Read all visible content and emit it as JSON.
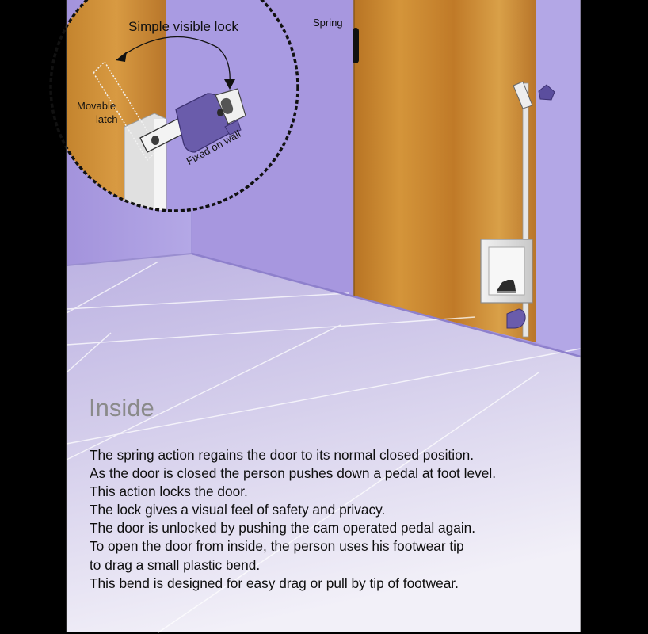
{
  "labels": {
    "lock_title": "Simple visible lock",
    "spring": "Spring",
    "movable_latch_line1": "Movable",
    "movable_latch_line2": "latch",
    "fixed_on_wall": "Fixed on wall"
  },
  "heading": "Inside",
  "body_lines": [
    "The spring action regains the door to its normal closed position.",
    "As the door is closed the person pushes down a pedal at foot level.",
    "This action locks the door.",
    "The lock gives a visual feel of safety and privacy.",
    "The door is unlocked by pushing the cam operated pedal again.",
    "To open the door from inside, the person uses his footwear tip",
    "to drag a small plastic bend.",
    "This bend is designed for easy drag or pull by tip of footwear."
  ],
  "colors": {
    "wall": "#a99be0",
    "door": "#c8882c",
    "floor": "#c9c2e3",
    "lock_body": "#6a5cab",
    "heading_text": "#8a8a8a"
  }
}
